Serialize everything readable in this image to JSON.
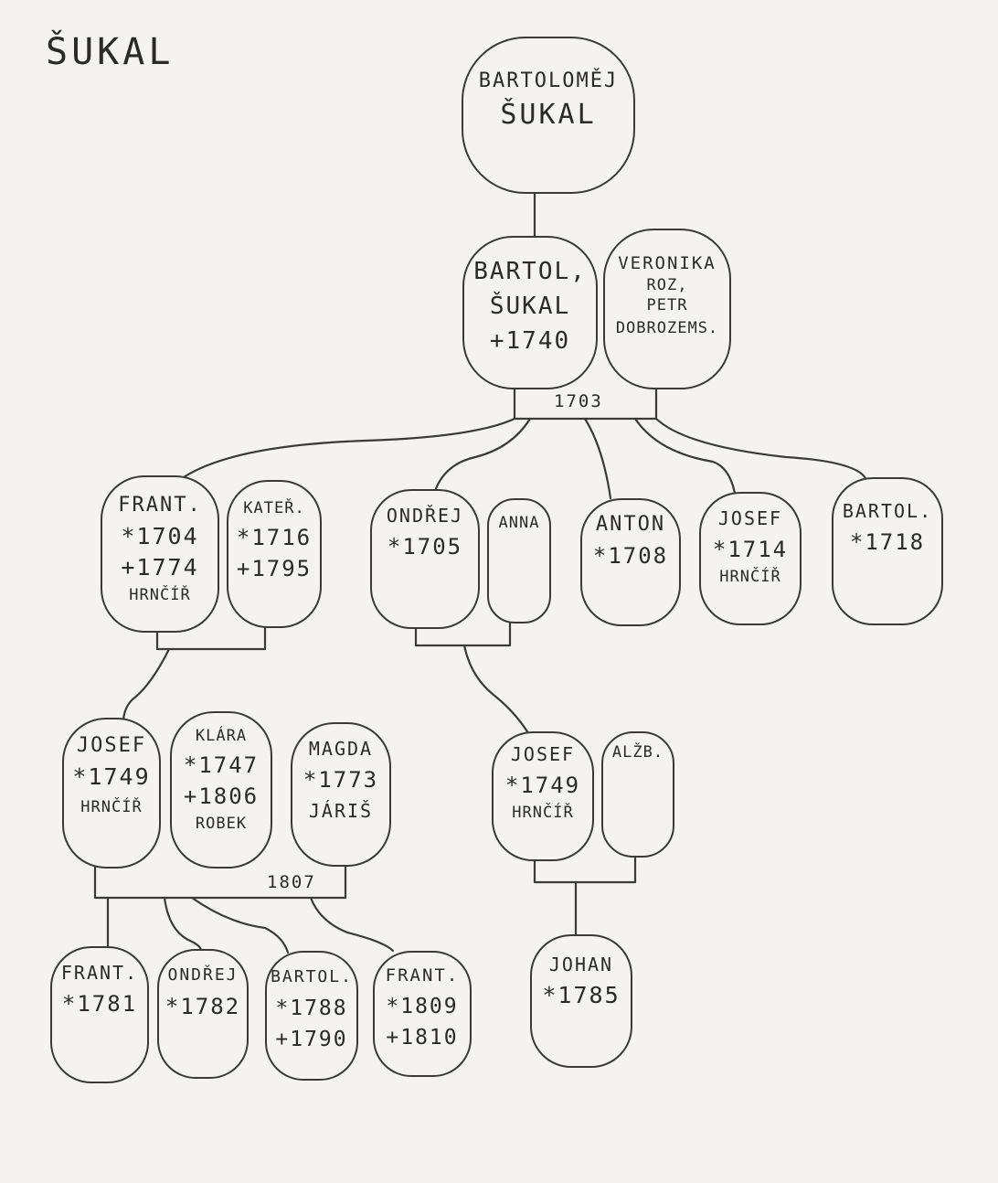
{
  "title": "ŠUKAL",
  "nodes": {
    "bartolomej": [
      "BARTOLOMĚJ",
      "ŠUKAL"
    ],
    "bartol_sr": [
      "BARTOL,",
      "ŠUKAL",
      "+1740"
    ],
    "veronika": [
      "VERONIKA",
      "ROZ,",
      "PETR",
      "DOBROZEMS."
    ],
    "frant_1704": [
      "FRANT.",
      "*1704",
      "+1774",
      "HRNČÍŘ"
    ],
    "kater": [
      "KATEŘ.",
      "*1716",
      "+1795"
    ],
    "ondrej_1705": [
      "ONDŘEJ",
      "*1705"
    ],
    "anna": [
      "ANNA"
    ],
    "anton": [
      "ANTON",
      "*1708"
    ],
    "josef_1714": [
      "JOSEF",
      "*1714",
      "HRNČÍŘ"
    ],
    "bartol_1718": [
      "BARTOL.",
      "*1718"
    ],
    "josef_1749a": [
      "JOSEF",
      "*1749",
      "HRNČÍŘ"
    ],
    "klara": [
      "KLÁRA",
      "*1747",
      "+1806",
      "ROBEK"
    ],
    "magda": [
      "MAGDA",
      "*1773",
      "JÁRIŠ"
    ],
    "josef_1749b": [
      "JOSEF",
      "*1749",
      "HRNČÍŘ"
    ],
    "alzb": [
      "ALŽB."
    ],
    "frant_1781": [
      "FRANT.",
      "*1781"
    ],
    "ondrej_1782": [
      "ONDŘEJ",
      "*1782"
    ],
    "bartol_1788": [
      "BARTOL.",
      "*1788",
      "+1790"
    ],
    "frant_1809": [
      "FRANT.",
      "*1809",
      "+1810"
    ],
    "johan": [
      "JOHAN",
      "*1785"
    ]
  },
  "marriages": {
    "m1703": "1703",
    "m1807": "1807"
  }
}
